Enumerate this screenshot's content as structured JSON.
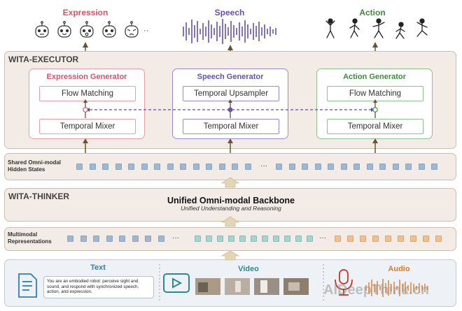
{
  "outputs": {
    "expression": "Expression",
    "speech": "Speech",
    "action": "Action",
    "ellipsis": "··"
  },
  "executor": {
    "title": "WITA-EXECUTOR",
    "expression_generator": {
      "title": "Expression Generator",
      "top": "Flow Matching",
      "bottom": "Temporal Mixer"
    },
    "speech_generator": {
      "title": "Speech Generator",
      "top": "Temporal Upsampler",
      "bottom": "Temporal Mixer"
    },
    "action_generator": {
      "title": "Action Generator",
      "top": "Flow Matching",
      "bottom": "Temporal Mixer"
    }
  },
  "hidden_states": {
    "label_line1": "Shared Omni-modal",
    "label_line2": "Hidden States",
    "ellipsis": "···"
  },
  "thinker": {
    "title": "WITA-THINKER",
    "backbone": "Unified Omni-modal Backbone",
    "backbone_sub": "Unified Understanding and Reasoning"
  },
  "representations": {
    "label_line1": "Multimodal",
    "label_line2": "Representations",
    "ellipsis": "···"
  },
  "inputs": {
    "text_label": "Text",
    "text_prompt": "You are an embodied robot: perceive sight and sound, and respond with synchronized speech, action, and expression.",
    "video_label": "Video",
    "audio_label": "Audio"
  },
  "watermark": "AIDeepThink.cn",
  "colors": {
    "expression": "#d4546a",
    "speech": "#6650b0",
    "action": "#3e8a3e",
    "executor_bg": "#f3ece6",
    "arrow": "#6b5234",
    "token_blue": "#9fb7d0",
    "token_teal": "#a8d4d0",
    "token_orange": "#f0c190",
    "text_blue": "#2f7fb8",
    "video_teal": "#2d8a8a",
    "audio_orange": "#e07b25"
  }
}
